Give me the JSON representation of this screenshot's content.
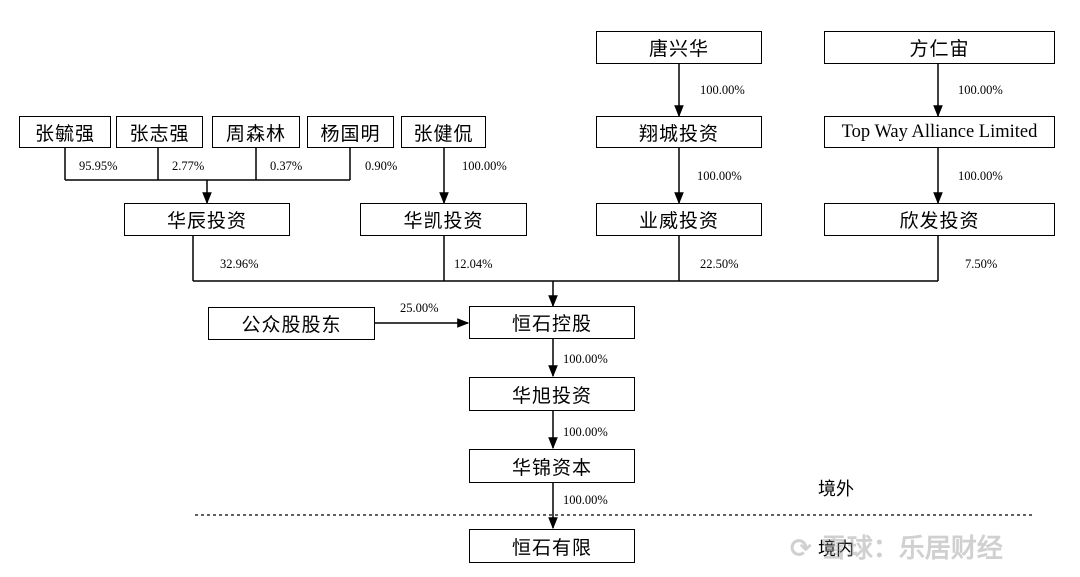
{
  "diagram": {
    "persons": {
      "zhang_yuqiang": "张毓强",
      "zhang_zhiqiang": "张志强",
      "zhou_senlin": "周森林",
      "yang_guoming": "杨国明",
      "zhang_jiankan": "张健侃",
      "tang_xinghua": "唐兴华",
      "fang_renzhou": "方仁宙",
      "public": "公众股股东"
    },
    "entities": {
      "top_way": "Top Way Alliance Limited",
      "xiangcheng": "翔城投资",
      "huachen": "华辰投资",
      "huakai": "华凯投资",
      "yewei": "业威投资",
      "xinfa": "欣发投资",
      "hengshi_holding": "恒石控股",
      "huaxu": "华旭投资",
      "huajin": "华锦资本",
      "hengshi_ltd": "恒石有限"
    },
    "percentages": {
      "zhang_yuqiang_huachen": "95.95%",
      "zhang_zhiqiang_huachen": "2.77%",
      "zhou_senlin_huachen": "0.37%",
      "yang_guoming_huachen": "0.90%",
      "zhang_jiankan_huakai": "100.00%",
      "tang_xiangcheng": "100.00%",
      "fang_topway": "100.00%",
      "xiangcheng_yewei": "100.00%",
      "topway_xinfa": "100.00%",
      "huachen_hengshi": "32.96%",
      "huakai_hengshi": "12.04%",
      "yewei_hengshi": "22.50%",
      "xinfa_hengshi": "7.50%",
      "public_hengshi": "25.00%",
      "hengshi_huaxu": "100.00%",
      "huaxu_huajin": "100.00%",
      "huajin_hengshi_ltd": "100.00%"
    },
    "regions": {
      "offshore": "境外",
      "onshore": "境内"
    },
    "watermark": "雪球：乐居财经"
  }
}
